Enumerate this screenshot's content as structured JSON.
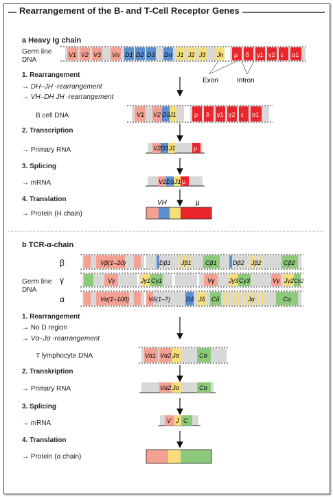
{
  "title": "Rearrangement of the B- and T-Cell Receptor Genes",
  "a": {
    "heading": "a  Heavy Ig chain",
    "germ_line": "Germ line\nDNA",
    "step1": "1. Rearrangement",
    "step1_sub1": "→ DH–JH -rearrangement",
    "step1_sub2": "→ VH–DH JH -rearrangement",
    "bcell": "B cell DNA",
    "step2": "2. Transcription",
    "step2_sub": "→ Primary RNA",
    "step3": "3. Splicing",
    "step3_sub": "→ mRNA",
    "step4": "4. Translation",
    "step4_sub": "→ Protein (H chain)",
    "exon": "Exon",
    "intron": "Intron",
    "vh_label": "VH",
    "mu_label": "μ"
  },
  "b": {
    "heading": "b  TCR-α-chain",
    "germ_line": "Germ line\nDNA",
    "beta": "β",
    "gamma": "γ",
    "alpha": "α",
    "step1": "1. Rearrangement",
    "step1_sub1": "→ No D region",
    "step1_sub2": "→ Vα–Jα -rearrangement",
    "tcell": "T lymphocyte DNA",
    "step2": "2. Transkription",
    "step2_sub": "→ Primary RNA",
    "step3": "3. Splicing",
    "step3_sub": "→ mRNA",
    "step4": "4. Translation",
    "step4_sub": "→ Protein (α chain)"
  },
  "colors": {
    "v": "#f4a093",
    "d": "#5b8fd0",
    "j": "#f6df7b",
    "c_red": "#e8262c",
    "c_green": "#8cc97a",
    "gray": "#d8d8d8"
  }
}
